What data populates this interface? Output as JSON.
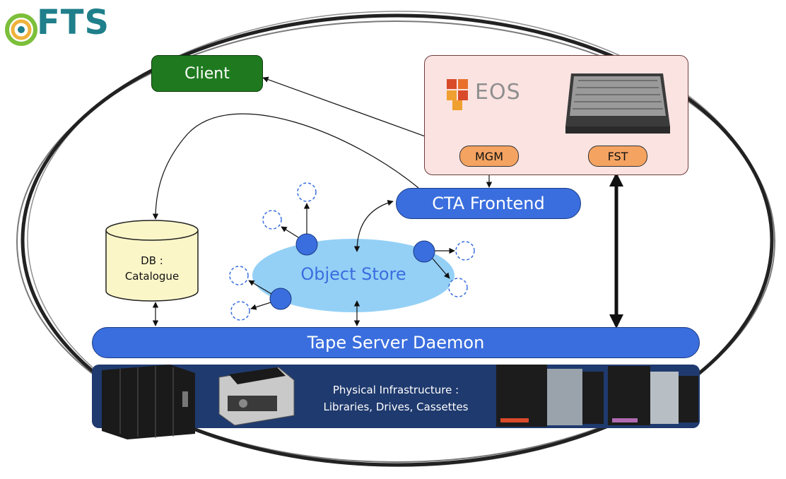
{
  "logo": {
    "text": "FTS"
  },
  "nodes": {
    "client": "Client",
    "eos": "EOS",
    "mgm": "MGM",
    "fst": "FST",
    "cta_frontend": "CTA Frontend",
    "db_line1": "DB :",
    "db_line2": "Catalogue",
    "object_store": "Object Store",
    "tape_server": "Tape Server Daemon",
    "physical_line1": "Physical Infrastructure :",
    "physical_line2": "Libraries, Drives, Cassettes"
  },
  "colors": {
    "client": "#1f7a1f",
    "blue_node": "#3a6ede",
    "eos_box": "#fbe3e1",
    "orange_node": "#f5a361",
    "db_cylinder": "#fbf6c8",
    "object_store": "#8ecdf5",
    "physical": "#1f3a6e",
    "logo": "#1f7f8b"
  }
}
